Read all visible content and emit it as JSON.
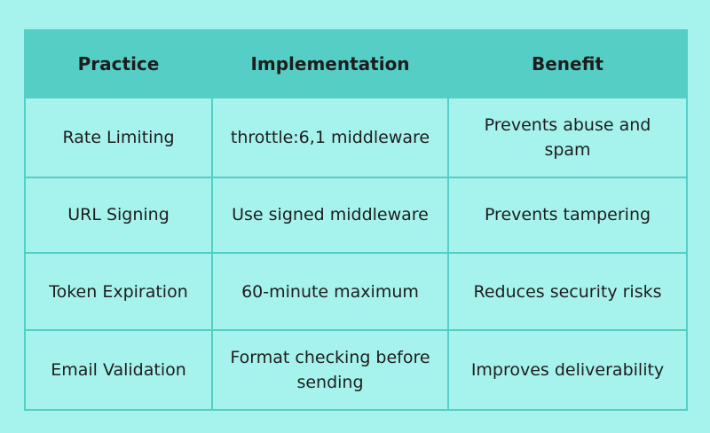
{
  "table": {
    "headers": [
      "Practice",
      "Implementation",
      "Benefit"
    ],
    "rows": [
      [
        "Rate Limiting",
        "throttle:6,1 middleware",
        "Prevents abuse and spam"
      ],
      [
        "URL Signing",
        "Use signed middleware",
        "Prevents tampering"
      ],
      [
        "Token Expiration",
        "60-minute maximum",
        "Reduces security risks"
      ],
      [
        "Email Validation",
        "Format checking before sending",
        "Improves deliverability"
      ]
    ]
  },
  "colors": {
    "background": "#a6f3ee",
    "header": "#55cfc5",
    "border": "#55cfc5",
    "text": "#1d1d1d"
  }
}
